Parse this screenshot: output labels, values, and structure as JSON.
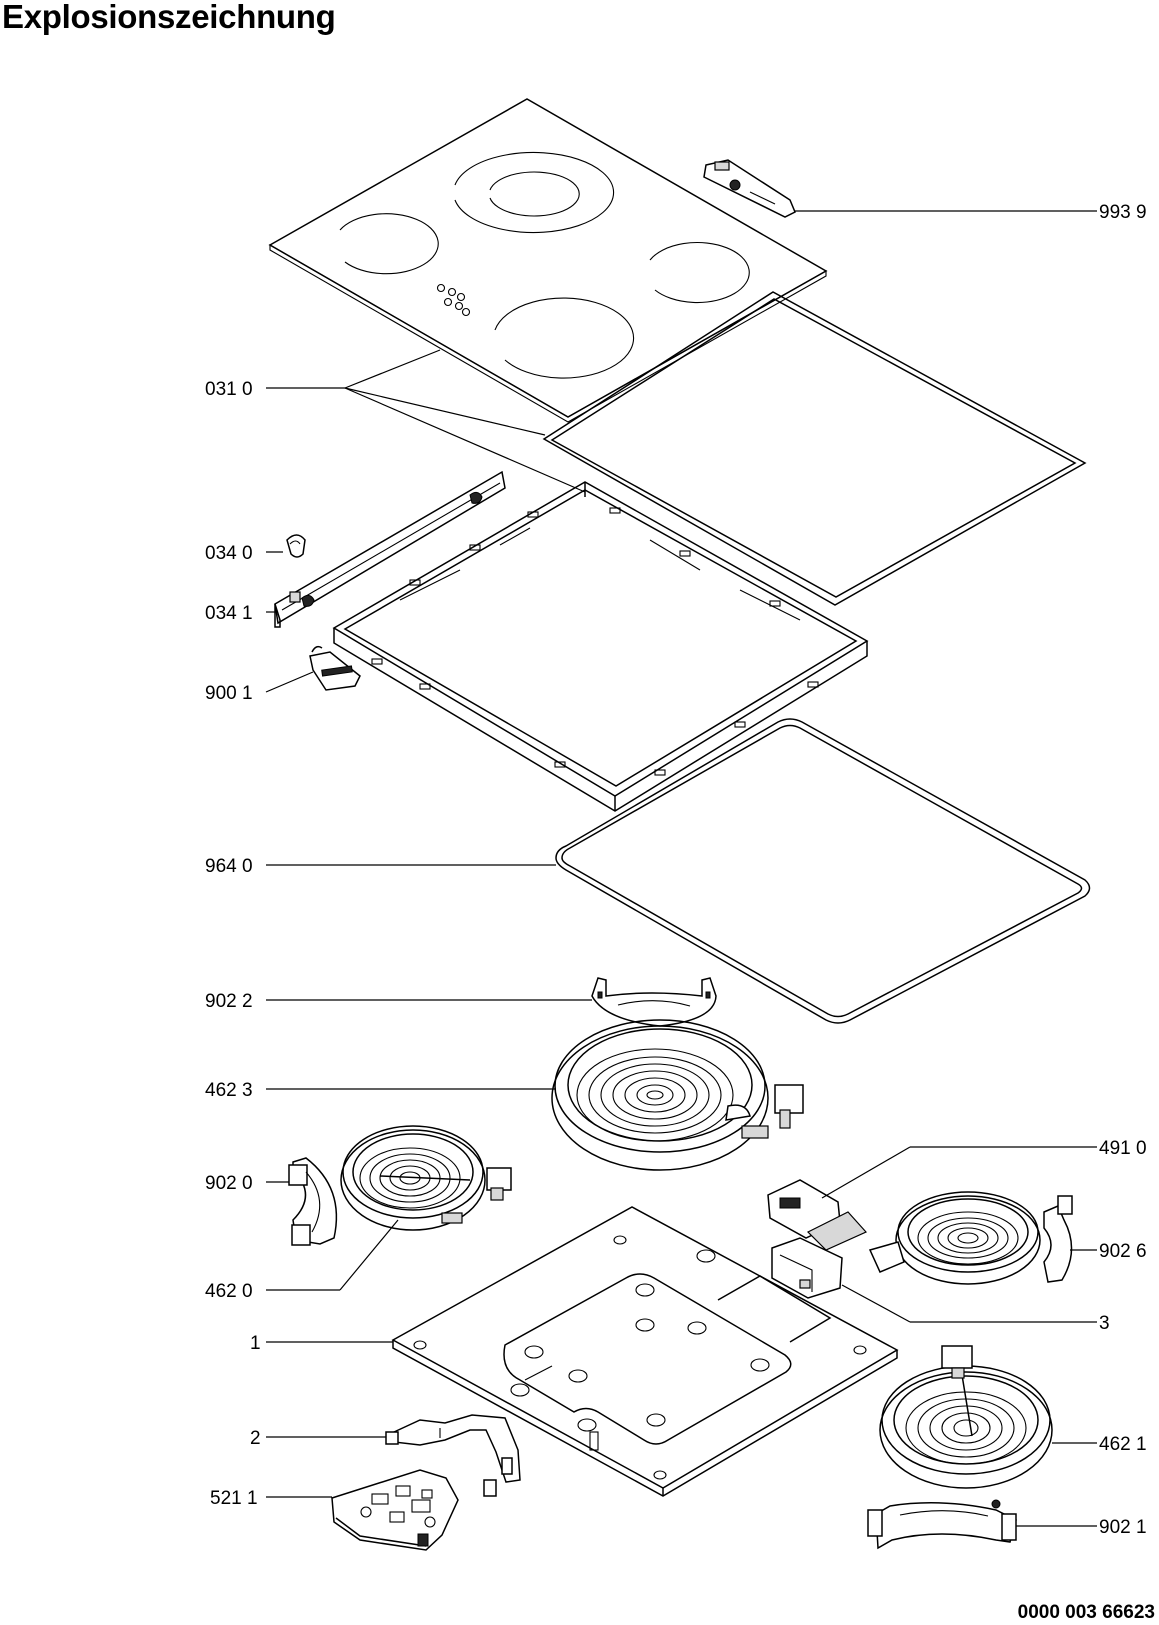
{
  "title": "Explosionszeichnung",
  "document_number": "0000 003 66623",
  "labels": {
    "l9939": "993 9",
    "l0310": "031 0",
    "l0340": "034 0",
    "l0341": "034 1",
    "l9001": "900 1",
    "l9640": "964 0",
    "l9022": "902 2",
    "l4623": "462 3",
    "l4910": "491 0",
    "l9020": "902 0",
    "l9026": "902 6",
    "l4620": "462 0",
    "l3": "3",
    "l1": "1",
    "l2": "2",
    "l4621": "462 1",
    "l5211": "521 1",
    "l9021": "902 1"
  }
}
